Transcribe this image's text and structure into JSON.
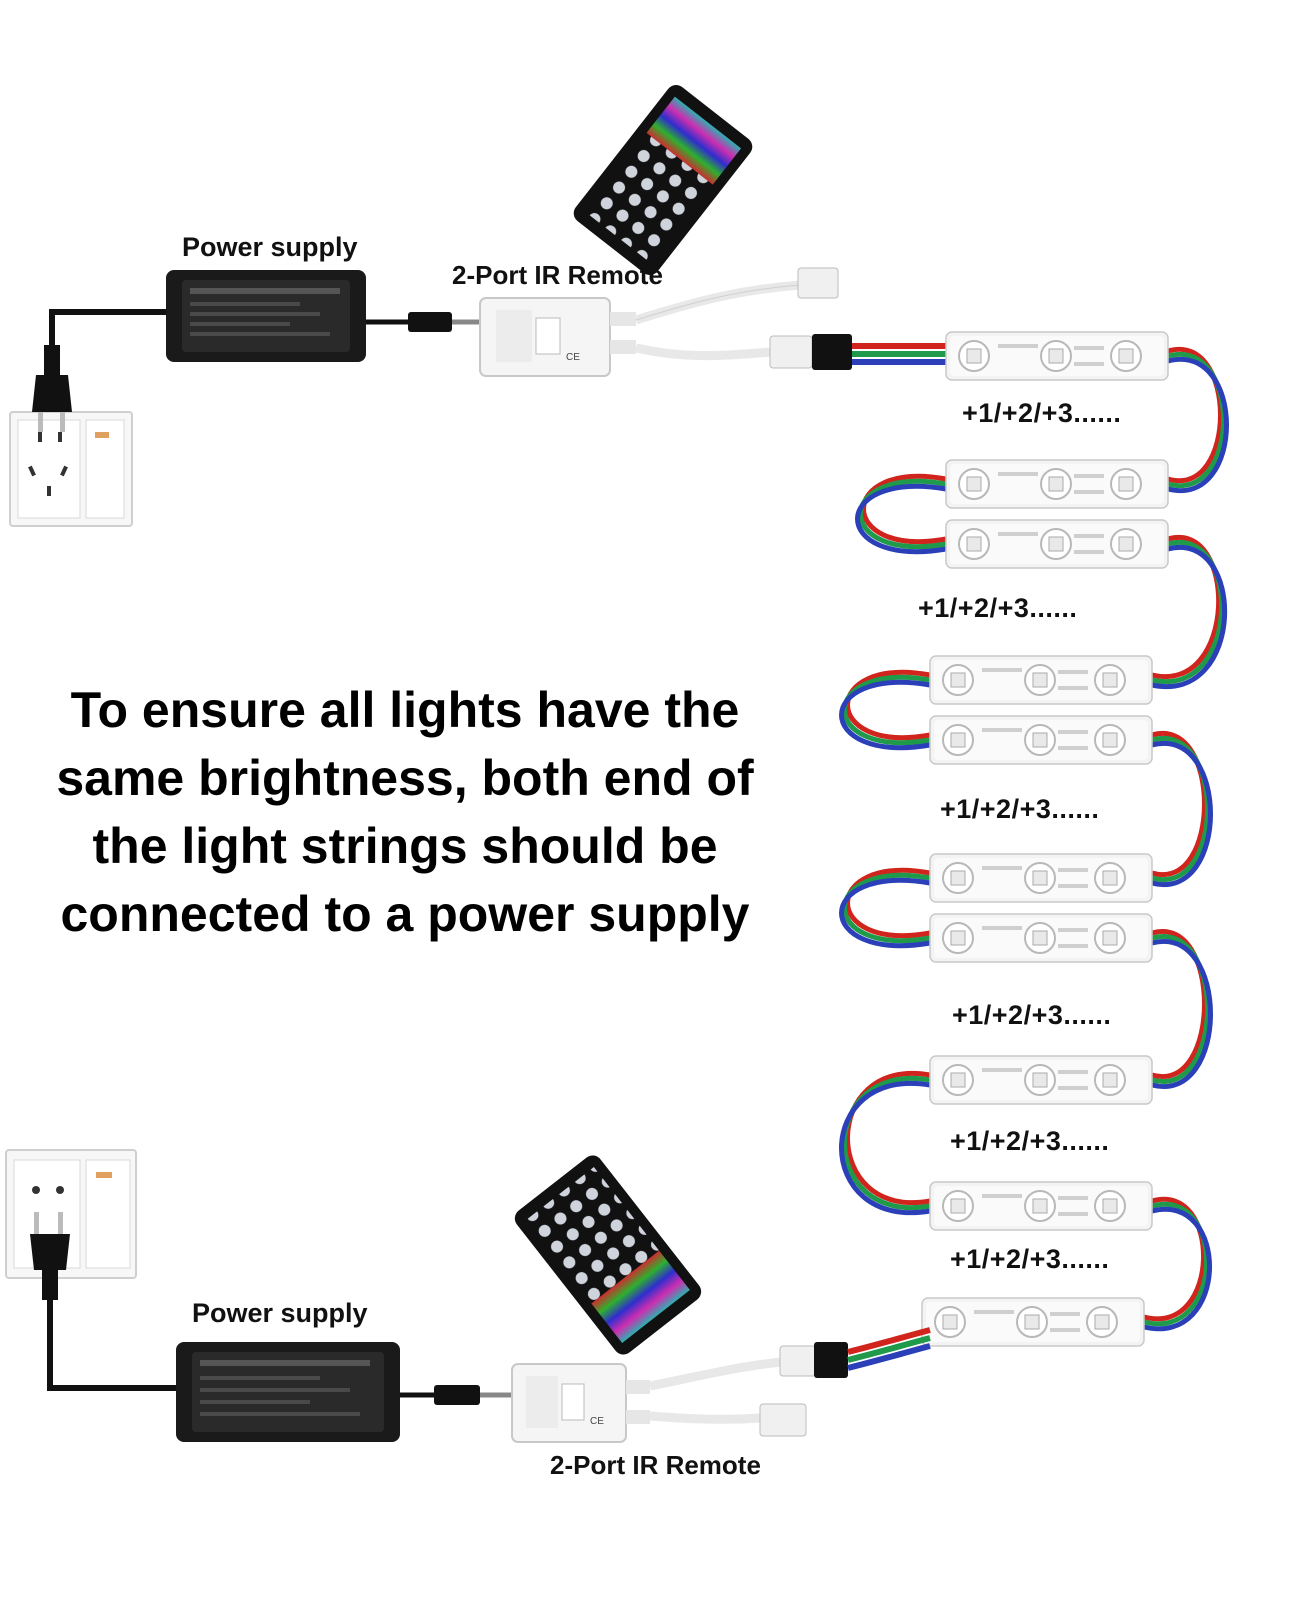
{
  "labels": {
    "power_supply_top": "Power supply",
    "power_supply_bottom": "Power supply",
    "ir_remote_top": "2-Port IR Remote",
    "ir_remote_bottom": "2-Port IR Remote",
    "series_marker": "+1/+2/+3......"
  },
  "caption": {
    "lines": [
      "To ensure all lights have the",
      "same brightness, both end of",
      "the light strings should be",
      "connected to a power supply"
    ]
  },
  "colors": {
    "wire_red": "#d0241c",
    "wire_green": "#1e9a4a",
    "wire_blue": "#2a3fb8",
    "adapter_body": "#1a1a1a",
    "module_body": "#f3f3f3"
  },
  "icons": {
    "wall_socket": "wall-socket-icon",
    "plug": "plug-icon",
    "adapter": "power-adapter-icon",
    "controller": "ir-controller-icon",
    "remote": "ir-remote-icon",
    "led_module": "led-module-icon"
  }
}
